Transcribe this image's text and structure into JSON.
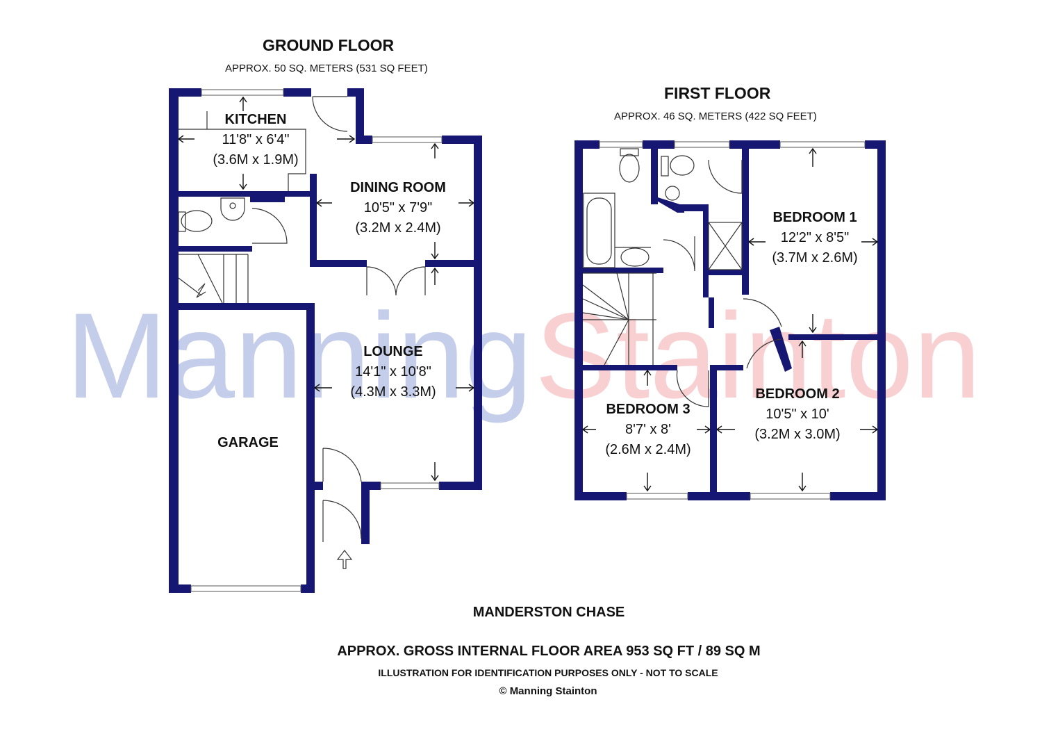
{
  "watermark": {
    "left": "Manning",
    "right": "Stainton"
  },
  "ground_floor": {
    "title": "GROUND FLOOR",
    "area": "APPROX. 50 SQ. METERS (531 SQ FEET)",
    "rooms": [
      {
        "name": "KITCHEN",
        "imperial": "11'8\" x 6'4\"",
        "metric": "(3.6M x 1.9M)"
      },
      {
        "name": "DINING ROOM",
        "imperial": "10'5\" x 7'9\"",
        "metric": "(3.2M x 2.4M)"
      },
      {
        "name": "LOUNGE",
        "imperial": "14'1\" x 10'8\"",
        "metric": "(4.3M x 3.3M)"
      },
      {
        "name": "GARAGE"
      }
    ]
  },
  "first_floor": {
    "title": "FIRST FLOOR",
    "area": "APPROX. 46 SQ. METERS (422 SQ FEET)",
    "rooms": [
      {
        "name": "BEDROOM 1",
        "imperial": "12'2\" x 8'5\"",
        "metric": "(3.7M x 2.6M)"
      },
      {
        "name": "BEDROOM 2",
        "imperial": "10'5\" x 10'",
        "metric": "(3.2M x 3.0M)"
      },
      {
        "name": "BEDROOM 3",
        "imperial": "8'7' x 8'",
        "metric": "(2.6M x 2.4M)"
      }
    ]
  },
  "footer": {
    "address": "MANDERSTON CHASE",
    "gross_area": "APPROX. GROSS INTERNAL FLOOR AREA 953 SQ FT / 89 SQ M",
    "disclaimer": "ILLUSTRATION FOR IDENTIFICATION PURPOSES ONLY - NOT TO SCALE",
    "copyright": "© Manning Stainton"
  },
  "colors": {
    "wall": "#161673",
    "watermark_blue": "#c4cde9",
    "watermark_red": "#f8d0d2"
  }
}
